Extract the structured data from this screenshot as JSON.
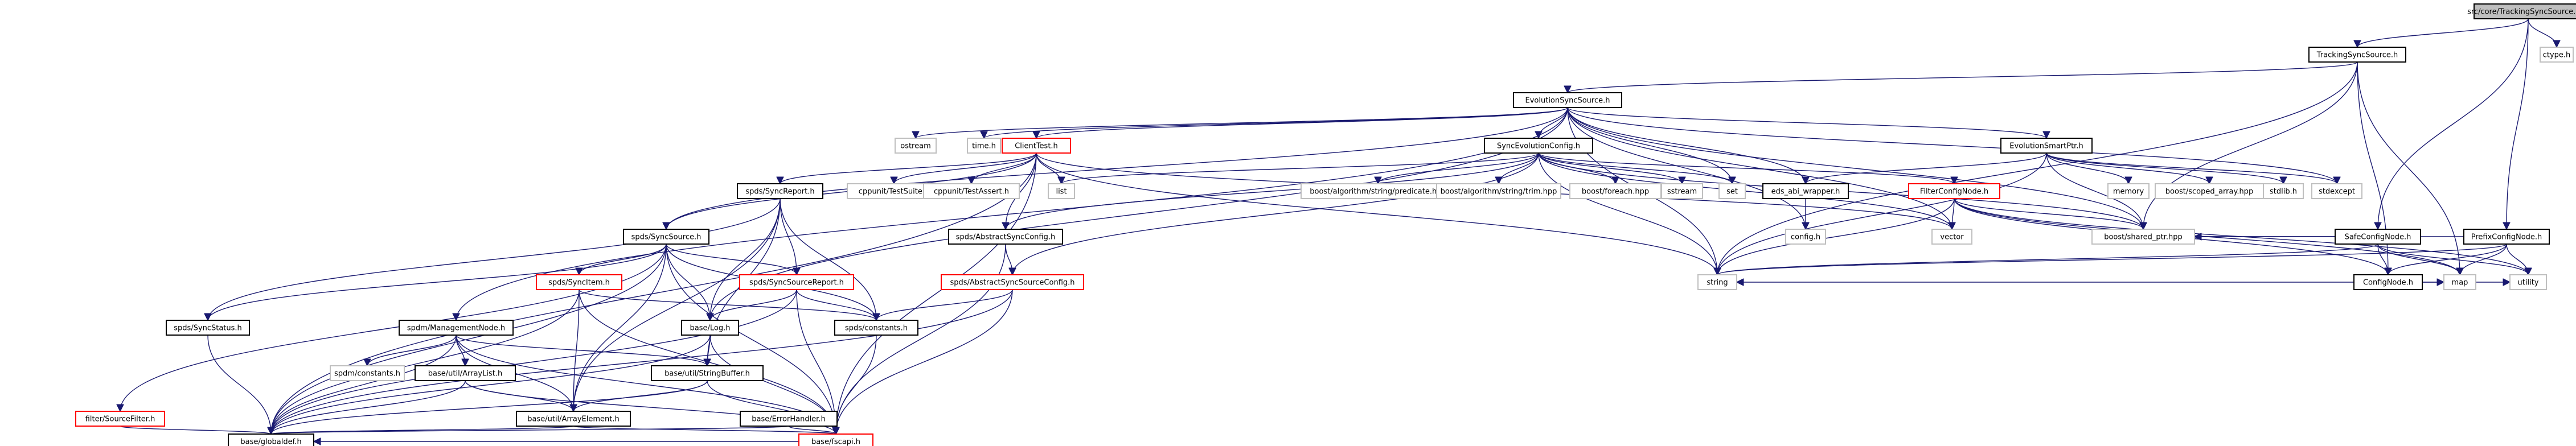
{
  "nodes": [
    {
      "id": "root",
      "label": "src/core/TrackingSyncSource.cpp",
      "kind": "root"
    },
    {
      "id": "TrackingSyncSource_h",
      "label": "TrackingSyncSource.h",
      "kind": "normal"
    },
    {
      "id": "ctype_h",
      "label": "ctype.h",
      "kind": "plain"
    },
    {
      "id": "SafeConfigNode_h",
      "label": "SafeConfigNode.h",
      "kind": "normal"
    },
    {
      "id": "PrefixConfigNode_h",
      "label": "PrefixConfigNode.h",
      "kind": "normal"
    },
    {
      "id": "EvolutionSyncSource_h",
      "label": "EvolutionSyncSource.h",
      "kind": "normal"
    },
    {
      "id": "ostream",
      "label": "ostream",
      "kind": "plain"
    },
    {
      "id": "time_h",
      "label": "time.h",
      "kind": "plain"
    },
    {
      "id": "ClientTest_h",
      "label": "ClientTest.h",
      "kind": "red"
    },
    {
      "id": "SyncEvolutionConfig_h",
      "label": "SyncEvolutionConfig.h",
      "kind": "normal"
    },
    {
      "id": "EvolutionSmartPtr_h",
      "label": "EvolutionSmartPtr.h",
      "kind": "normal"
    },
    {
      "id": "cppunit_TestSuite_h",
      "label": "cppunit/TestSuite.h",
      "kind": "plain"
    },
    {
      "id": "cppunit_TestAssert_h",
      "label": "cppunit/TestAssert.h",
      "kind": "plain"
    },
    {
      "id": "list",
      "label": "list",
      "kind": "plain"
    },
    {
      "id": "boost_predicate",
      "label": "boost/algorithm/string/predicate.hpp",
      "kind": "plain"
    },
    {
      "id": "boost_trim",
      "label": "boost/algorithm/string/trim.hpp",
      "kind": "plain"
    },
    {
      "id": "boost_foreach",
      "label": "boost/foreach.hpp",
      "kind": "plain"
    },
    {
      "id": "sstream",
      "label": "sstream",
      "kind": "plain"
    },
    {
      "id": "set",
      "label": "set",
      "kind": "plain"
    },
    {
      "id": "FilterConfigNode_h",
      "label": "FilterConfigNode.h",
      "kind": "red"
    },
    {
      "id": "memory",
      "label": "memory",
      "kind": "plain"
    },
    {
      "id": "boost_scoped_array",
      "label": "boost/scoped_array.hpp",
      "kind": "plain"
    },
    {
      "id": "stdlib_h",
      "label": "stdlib.h",
      "kind": "plain"
    },
    {
      "id": "stdexcept",
      "label": "stdexcept",
      "kind": "plain"
    },
    {
      "id": "eds_abi_wrapper_h",
      "label": "eds_abi_wrapper.h",
      "kind": "normal"
    },
    {
      "id": "config_h",
      "label": "config.h",
      "kind": "plain"
    },
    {
      "id": "spds_SyncReport_h",
      "label": "spds/SyncReport.h",
      "kind": "normal"
    },
    {
      "id": "spds_AbstractSyncConfig_h",
      "label": "spds/AbstractSyncConfig.h",
      "kind": "normal"
    },
    {
      "id": "spds_SyncSource_h",
      "label": "spds/SyncSource.h",
      "kind": "normal"
    },
    {
      "id": "vector",
      "label": "vector",
      "kind": "plain"
    },
    {
      "id": "boost_shared_ptr",
      "label": "boost/shared_ptr.hpp",
      "kind": "plain"
    },
    {
      "id": "ConfigNode_h",
      "label": "ConfigNode.h",
      "kind": "normal"
    },
    {
      "id": "string",
      "label": "string",
      "kind": "plain"
    },
    {
      "id": "map",
      "label": "map",
      "kind": "plain"
    },
    {
      "id": "utility",
      "label": "utility",
      "kind": "plain"
    },
    {
      "id": "spds_SyncItem_h",
      "label": "spds/SyncItem.h",
      "kind": "red"
    },
    {
      "id": "spds_SyncSourceReport_h",
      "label": "spds/SyncSourceReport.h",
      "kind": "red"
    },
    {
      "id": "spds_AbstractSyncSourceConfig_h",
      "label": "spds/AbstractSyncSourceConfig.h",
      "kind": "red"
    },
    {
      "id": "spds_SyncStatus_h",
      "label": "spds/SyncStatus.h",
      "kind": "normal"
    },
    {
      "id": "base_Log_h",
      "label": "base/Log.h",
      "kind": "normal"
    },
    {
      "id": "spds_constants_h",
      "label": "spds/constants.h",
      "kind": "normal"
    },
    {
      "id": "spdm_ManagementNode_h",
      "label": "spdm/ManagementNode.h",
      "kind": "normal"
    },
    {
      "id": "spdm_constants_h",
      "label": "spdm/constants.h",
      "kind": "plain"
    },
    {
      "id": "base_util_ArrayList_h",
      "label": "base/util/ArrayList.h",
      "kind": "normal"
    },
    {
      "id": "base_util_StringBuffer_h",
      "label": "base/util/StringBuffer.h",
      "kind": "normal"
    },
    {
      "id": "base_util_ArrayElement_h",
      "label": "base/util/ArrayElement.h",
      "kind": "normal"
    },
    {
      "id": "filter_SourceFilter_h",
      "label": "filter/SourceFilter.h",
      "kind": "red"
    },
    {
      "id": "base_ErrorHandler_h",
      "label": "base/ErrorHandler.h",
      "kind": "normal"
    },
    {
      "id": "base_globaldef_h",
      "label": "base/globaldef.h",
      "kind": "normal"
    },
    {
      "id": "base_fscapi_h",
      "label": "base/fscapi.h",
      "kind": "red"
    }
  ],
  "edges": [
    [
      "root",
      "TrackingSyncSource_h"
    ],
    [
      "root",
      "ctype_h"
    ],
    [
      "root",
      "SafeConfigNode_h"
    ],
    [
      "root",
      "PrefixConfigNode_h"
    ],
    [
      "TrackingSyncSource_h",
      "EvolutionSyncSource_h"
    ],
    [
      "TrackingSyncSource_h",
      "ConfigNode_h"
    ],
    [
      "TrackingSyncSource_h",
      "boost_shared_ptr"
    ],
    [
      "TrackingSyncSource_h",
      "map"
    ],
    [
      "TrackingSyncSource_h",
      "string"
    ],
    [
      "EvolutionSyncSource_h",
      "ostream"
    ],
    [
      "EvolutionSyncSource_h",
      "time_h"
    ],
    [
      "EvolutionSyncSource_h",
      "ClientTest_h"
    ],
    [
      "EvolutionSyncSource_h",
      "SyncEvolutionConfig_h"
    ],
    [
      "EvolutionSyncSource_h",
      "EvolutionSmartPtr_h"
    ],
    [
      "EvolutionSyncSource_h",
      "eds_abi_wrapper_h"
    ],
    [
      "EvolutionSyncSource_h",
      "set"
    ],
    [
      "EvolutionSyncSource_h",
      "stdexcept"
    ],
    [
      "EvolutionSyncSource_h",
      "config_h"
    ],
    [
      "EvolutionSyncSource_h",
      "spds_SyncSource_h"
    ],
    [
      "EvolutionSyncSource_h",
      "string"
    ],
    [
      "EvolutionSyncSource_h",
      "vector"
    ],
    [
      "EvolutionSyncSource_h",
      "boost_shared_ptr"
    ],
    [
      "EvolutionSyncSource_h",
      "base_Log_h"
    ],
    [
      "EvolutionSyncSource_h",
      "spdm_ManagementNode_h"
    ],
    [
      "ClientTest_h",
      "cppunit_TestSuite_h"
    ],
    [
      "ClientTest_h",
      "cppunit_TestAssert_h"
    ],
    [
      "ClientTest_h",
      "list"
    ],
    [
      "ClientTest_h",
      "string"
    ],
    [
      "ClientTest_h",
      "vector"
    ],
    [
      "ClientTest_h",
      "spds_SyncReport_h"
    ],
    [
      "ClientTest_h",
      "spds_SyncSource_h"
    ],
    [
      "ClientTest_h",
      "base_globaldef_h"
    ],
    [
      "ClientTest_h",
      "spds_AbstractSyncConfig_h"
    ],
    [
      "ClientTest_h",
      "base_fscapi_h"
    ],
    [
      "SyncEvolutionConfig_h",
      "boost_predicate"
    ],
    [
      "SyncEvolutionConfig_h",
      "boost_trim"
    ],
    [
      "SyncEvolutionConfig_h",
      "boost_foreach"
    ],
    [
      "SyncEvolutionConfig_h",
      "sstream"
    ],
    [
      "SyncEvolutionConfig_h",
      "set"
    ],
    [
      "SyncEvolutionConfig_h",
      "list"
    ],
    [
      "SyncEvolutionConfig_h",
      "FilterConfigNode_h"
    ],
    [
      "SyncEvolutionConfig_h",
      "boost_shared_ptr"
    ],
    [
      "SyncEvolutionConfig_h",
      "string"
    ],
    [
      "SyncEvolutionConfig_h",
      "spds_AbstractSyncConfig_h"
    ],
    [
      "SyncEvolutionConfig_h",
      "spds_AbstractSyncSourceConfig_h"
    ],
    [
      "SyncEvolutionConfig_h",
      "vector"
    ],
    [
      "EvolutionSmartPtr_h",
      "memory"
    ],
    [
      "EvolutionSmartPtr_h",
      "boost_scoped_array"
    ],
    [
      "EvolutionSmartPtr_h",
      "stdlib_h"
    ],
    [
      "EvolutionSmartPtr_h",
      "stdexcept"
    ],
    [
      "EvolutionSmartPtr_h",
      "eds_abi_wrapper_h"
    ],
    [
      "EvolutionSmartPtr_h",
      "boost_shared_ptr"
    ],
    [
      "EvolutionSmartPtr_h",
      "string"
    ],
    [
      "eds_abi_wrapper_h",
      "config_h"
    ],
    [
      "FilterConfigNode_h",
      "ConfigNode_h"
    ],
    [
      "FilterConfigNode_h",
      "boost_shared_ptr"
    ],
    [
      "FilterConfigNode_h",
      "map"
    ],
    [
      "FilterConfigNode_h",
      "utility"
    ],
    [
      "FilterConfigNode_h",
      "string"
    ],
    [
      "FilterConfigNode_h",
      "vector"
    ],
    [
      "SafeConfigNode_h",
      "ConfigNode_h"
    ],
    [
      "SafeConfigNode_h",
      "boost_shared_ptr"
    ],
    [
      "SafeConfigNode_h",
      "map"
    ],
    [
      "SafeConfigNode_h",
      "utility"
    ],
    [
      "SafeConfigNode_h",
      "string"
    ],
    [
      "PrefixConfigNode_h",
      "ConfigNode_h"
    ],
    [
      "PrefixConfigNode_h",
      "boost_shared_ptr"
    ],
    [
      "PrefixConfigNode_h",
      "map"
    ],
    [
      "PrefixConfigNode_h",
      "utility"
    ],
    [
      "PrefixConfigNode_h",
      "string"
    ],
    [
      "ConfigNode_h",
      "map"
    ],
    [
      "ConfigNode_h",
      "utility"
    ],
    [
      "ConfigNode_h",
      "string"
    ],
    [
      "spds_SyncReport_h",
      "spds_SyncSourceReport_h"
    ],
    [
      "spds_SyncReport_h",
      "base_Log_h"
    ],
    [
      "spds_SyncReport_h",
      "spds_constants_h"
    ],
    [
      "spds_SyncReport_h",
      "base_util_StringBuffer_h"
    ],
    [
      "spds_SyncReport_h",
      "base_util_ArrayElement_h"
    ],
    [
      "spds_SyncReport_h",
      "spds_SyncStatus_h"
    ],
    [
      "spds_AbstractSyncConfig_h",
      "spds_AbstractSyncSourceConfig_h"
    ],
    [
      "spds_AbstractSyncConfig_h",
      "base_fscapi_h"
    ],
    [
      "spds_SyncSource_h",
      "spds_SyncItem_h"
    ],
    [
      "spds_SyncSource_h",
      "spds_SyncSourceReport_h"
    ],
    [
      "spds_SyncSource_h",
      "spds_SyncStatus_h"
    ],
    [
      "spds_SyncSource_h",
      "base_Log_h"
    ],
    [
      "spds_SyncSource_h",
      "spds_constants_h"
    ],
    [
      "spds_SyncSource_h",
      "base_util_ArrayElement_h"
    ],
    [
      "spds_SyncSource_h",
      "filter_SourceFilter_h"
    ],
    [
      "spds_SyncSource_h",
      "base_globaldef_h"
    ],
    [
      "spds_SyncSource_h",
      "base_fscapi_h"
    ],
    [
      "spds_SyncItem_h",
      "spds_constants_h"
    ],
    [
      "spds_SyncItem_h",
      "base_util_ArrayElement_h"
    ],
    [
      "spds_SyncItem_h",
      "base_globaldef_h"
    ],
    [
      "spds_SyncItem_h",
      "base_fscapi_h"
    ],
    [
      "spds_SyncSourceReport_h",
      "spds_constants_h"
    ],
    [
      "spds_SyncSourceReport_h",
      "base_Log_h"
    ],
    [
      "spds_SyncSourceReport_h",
      "base_globaldef_h"
    ],
    [
      "spds_SyncSourceReport_h",
      "base_fscapi_h"
    ],
    [
      "spds_AbstractSyncSourceConfig_h",
      "spds_constants_h"
    ],
    [
      "spds_AbstractSyncSourceConfig_h",
      "base_globaldef_h"
    ],
    [
      "spds_AbstractSyncSourceConfig_h",
      "base_fscapi_h"
    ],
    [
      "spds_SyncStatus_h",
      "base_globaldef_h"
    ],
    [
      "spds_constants_h",
      "base_fscapi_h"
    ],
    [
      "base_Log_h",
      "base_util_StringBuffer_h"
    ],
    [
      "base_Log_h",
      "base_globaldef_h"
    ],
    [
      "base_Log_h",
      "base_fscapi_h"
    ],
    [
      "spdm_ManagementNode_h",
      "spdm_constants_h"
    ],
    [
      "spdm_ManagementNode_h",
      "base_util_ArrayList_h"
    ],
    [
      "spdm_ManagementNode_h",
      "base_util_StringBuffer_h"
    ],
    [
      "spdm_ManagementNode_h",
      "base_util_ArrayElement_h"
    ],
    [
      "spdm_ManagementNode_h",
      "base_globaldef_h"
    ],
    [
      "spdm_ManagementNode_h",
      "base_fscapi_h"
    ],
    [
      "base_util_ArrayList_h",
      "base_util_ArrayElement_h"
    ],
    [
      "base_util_ArrayList_h",
      "base_globaldef_h"
    ],
    [
      "base_util_ArrayList_h",
      "base_fscapi_h"
    ],
    [
      "base_util_StringBuffer_h",
      "base_util_ArrayElement_h"
    ],
    [
      "base_util_StringBuffer_h",
      "base_globaldef_h"
    ],
    [
      "base_util_StringBuffer_h",
      "base_fscapi_h"
    ],
    [
      "base_util_ArrayElement_h",
      "base_globaldef_h"
    ],
    [
      "base_util_ArrayElement_h",
      "base_fscapi_h"
    ],
    [
      "base_ErrorHandler_h",
      "base_globaldef_h"
    ],
    [
      "base_ErrorHandler_h",
      "base_fscapi_h"
    ],
    [
      "filter_SourceFilter_h",
      "base_globaldef_h"
    ],
    [
      "base_fscapi_h",
      "base_globaldef_h"
    ]
  ]
}
